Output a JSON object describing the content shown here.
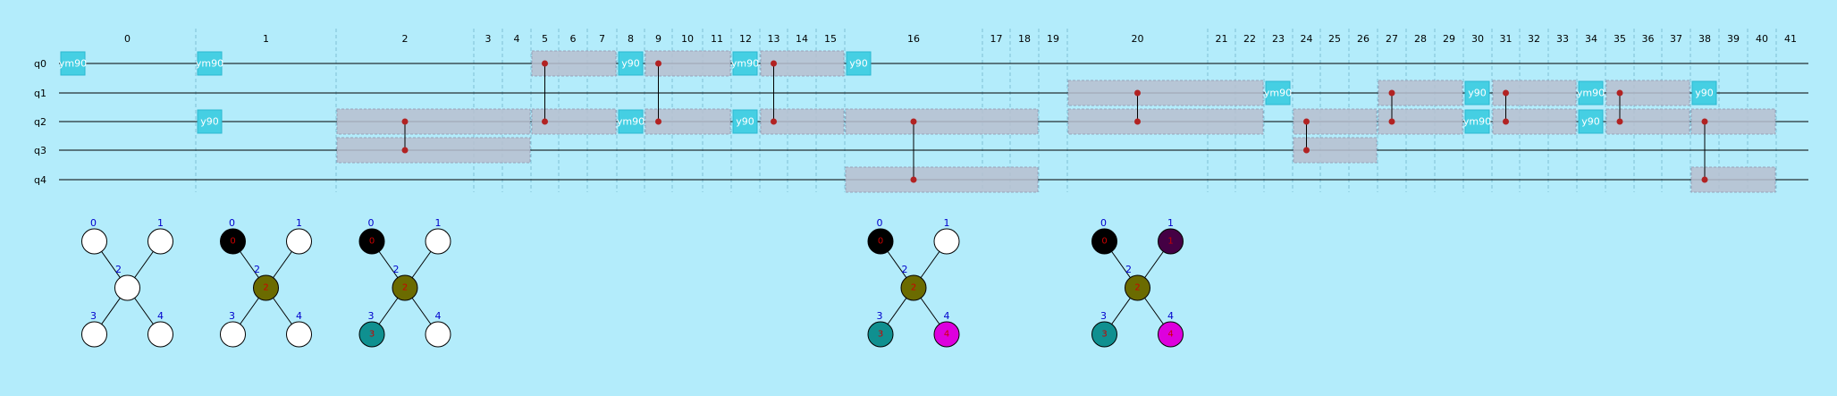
{
  "columns": [
    "0",
    "1",
    "2",
    "3",
    "4",
    "5",
    "6",
    "7",
    "8",
    "9",
    "10",
    "11",
    "12",
    "13",
    "14",
    "15",
    "16",
    "17",
    "18",
    "19",
    "20",
    "21",
    "22",
    "23",
    "24",
    "25",
    "26",
    "27",
    "28",
    "29",
    "30",
    "31",
    "32",
    "33",
    "34",
    "35",
    "36",
    "37",
    "38",
    "39",
    "40",
    "41"
  ],
  "qubits": [
    "q0",
    "q1",
    "q2",
    "q3",
    "q4"
  ],
  "gates": [
    {
      "label": "ym90",
      "qubit": 0,
      "col": 0
    },
    {
      "label": "ym90",
      "qubit": 0,
      "col": 1
    },
    {
      "label": "y90",
      "qubit": 2,
      "col": 1
    },
    {
      "label": "y90",
      "qubit": 0,
      "col": 8
    },
    {
      "label": "ym90",
      "qubit": 2,
      "col": 8
    },
    {
      "label": "ym90",
      "qubit": 0,
      "col": 12
    },
    {
      "label": "y90",
      "qubit": 2,
      "col": 12
    },
    {
      "label": "y90",
      "qubit": 0,
      "col": 16
    },
    {
      "label": "ym90",
      "qubit": 1,
      "col": 23
    },
    {
      "label": "y90",
      "qubit": 1,
      "col": 30
    },
    {
      "label": "ym90",
      "qubit": 2,
      "col": 30
    },
    {
      "label": "ym90",
      "qubit": 1,
      "col": 34
    },
    {
      "label": "y90",
      "qubit": 2,
      "col": 34
    },
    {
      "label": "y90",
      "qubit": 1,
      "col": 38
    }
  ],
  "interactions": [
    {
      "q1": 2,
      "q2": 3,
      "from": 2,
      "to": 4,
      "at": 2
    },
    {
      "q1": 0,
      "q2": 2,
      "from": 5,
      "to": 7,
      "at": 5
    },
    {
      "q1": 0,
      "q2": 2,
      "from": 9,
      "to": 11,
      "at": 9
    },
    {
      "q1": 0,
      "q2": 2,
      "from": 13,
      "to": 15,
      "at": 13
    },
    {
      "q1": 2,
      "q2": 4,
      "from": 16,
      "to": 18,
      "at": 16
    },
    {
      "q1": 1,
      "q2": 2,
      "from": 20,
      "to": 22,
      "at": 20
    },
    {
      "q1": 2,
      "q2": 3,
      "from": 24,
      "to": 26,
      "at": 24
    },
    {
      "q1": 1,
      "q2": 2,
      "from": 27,
      "to": 29,
      "at": 27
    },
    {
      "q1": 1,
      "q2": 2,
      "from": 31,
      "to": 33,
      "at": 31
    },
    {
      "q1": 1,
      "q2": 2,
      "from": 35,
      "to": 37,
      "at": 35
    },
    {
      "q1": 2,
      "q2": 4,
      "from": 38,
      "to": 40,
      "at": 38
    }
  ],
  "topology": {
    "node_labels": [
      "0",
      "1",
      "2",
      "3",
      "4"
    ],
    "colors": {
      "empty": "#ffffff",
      "black": "#000000",
      "olive": "#6b6b00",
      "teal": "#0f9090",
      "magenta": "#dd00dd",
      "plum": "#440044"
    },
    "snapshots": [
      {
        "col": 0,
        "fills": [
          "empty",
          "empty",
          "empty",
          "empty",
          "empty"
        ],
        "inner": [
          "",
          "",
          "",
          "",
          ""
        ]
      },
      {
        "col": 1,
        "fills": [
          "black",
          "empty",
          "olive",
          "empty",
          "empty"
        ],
        "inner": [
          "0",
          "",
          "2",
          "",
          ""
        ]
      },
      {
        "col": 2,
        "fills": [
          "black",
          "empty",
          "olive",
          "teal",
          "empty"
        ],
        "inner": [
          "0",
          "",
          "2",
          "3",
          ""
        ]
      },
      {
        "col": 16,
        "fills": [
          "black",
          "empty",
          "olive",
          "teal",
          "magenta"
        ],
        "inner": [
          "0",
          "",
          "2",
          "3",
          "4"
        ]
      },
      {
        "col": 20,
        "fills": [
          "black",
          "plum",
          "olive",
          "teal",
          "magenta"
        ],
        "inner": [
          "0",
          "1",
          "2",
          "3",
          "4"
        ]
      }
    ]
  },
  "colors": {
    "background": "#b3ecfb",
    "gate": "#45cfe3",
    "gate_border": "#2bb8d0",
    "interaction_box": "#b7bfcf",
    "interaction_border": "#9aa2b8",
    "control": "#b22222",
    "wire": "#000000",
    "grid": "#7fbfd6"
  }
}
